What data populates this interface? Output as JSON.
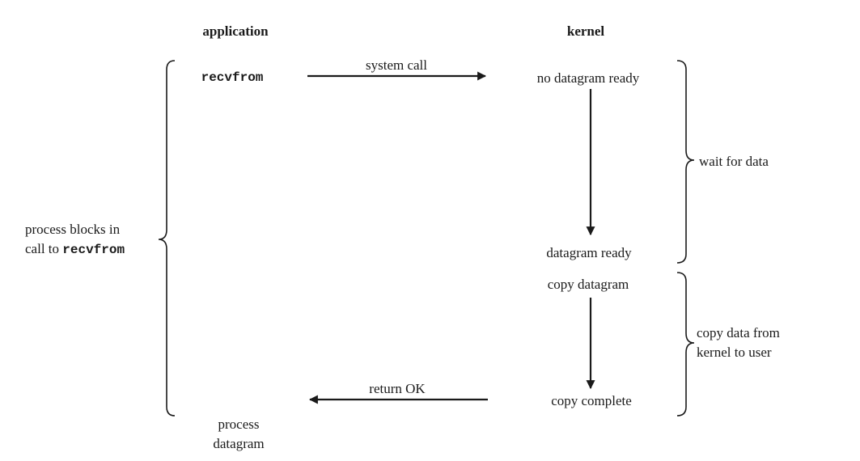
{
  "columns": {
    "application": "application",
    "kernel": "kernel"
  },
  "application": {
    "call_name": "recvfrom",
    "blocks_line1": "process blocks in",
    "blocks_line2_prefix": "call to ",
    "blocks_line2_code": "recvfrom",
    "process_line1": "process",
    "process_line2": "datagram"
  },
  "arrows": {
    "system_call": "system call",
    "return_ok": "return OK"
  },
  "kernel": {
    "no_datagram_ready": "no datagram ready",
    "datagram_ready": "datagram ready",
    "copy_datagram": "copy datagram",
    "copy_complete": "copy complete"
  },
  "phases": {
    "wait_for_data": "wait for data",
    "copy_line1": "copy data from",
    "copy_line2": "kernel to user"
  }
}
